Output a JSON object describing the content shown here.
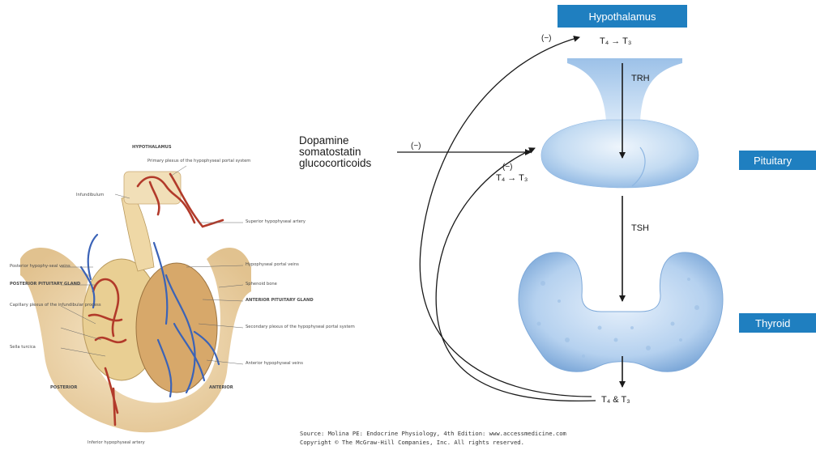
{
  "colors": {
    "label_bar": "#1f7fc0",
    "gland_light": "#dbe9f7",
    "gland_mid": "#a9c9ea",
    "gland_dark": "#6f9fd2",
    "arrow": "#1a1a1a",
    "vein_blue": "#3b63b7",
    "vessel_red": "#b23a2a",
    "anatomy_tan": "#e7c691"
  },
  "left_figure": {
    "hypothalamus_label": "HYPOTHALAMUS",
    "labels_left": [
      "Infundibulum",
      "Posterior hypophy-seal veins",
      "POSTERIOR PITUITARY GLAND",
      "Capillary plexus of the infundibular process",
      "Sella turcica"
    ],
    "labels_right": [
      "Primary plexus of the hypophyseal portal system",
      "Superior hypophyseal artery",
      "Hypophyseal portal veins",
      "Sphenoid bone",
      "ANTERIOR PITUITARY GLAND",
      "Secondary plexus of the hypophyseal portal system",
      "Anterior hypophyseal veins"
    ],
    "posterior_label": "POSTERIOR",
    "anterior_label": "ANTERIOR",
    "artery_label": "Inferior hypophyseal artery"
  },
  "right_figure": {
    "hypothalamus_bar": "Hypothalamus",
    "pituitary_bar": "Pituitary",
    "thyroid_bar": "Thyroid",
    "top_feedback": "(−)",
    "top_conversion": "T₄ → T₃",
    "trh": "TRH",
    "inhibitors": [
      "Dopamine",
      "somatostatin",
      "glucocorticoids"
    ],
    "inhibitor_sign": "(−)",
    "pit_feedback": "(−)",
    "pit_conversion": "T₄ → T₃",
    "tsh": "TSH",
    "output": "T₄ & T₃"
  },
  "source": {
    "line1": "Source: Molina PE: Endocrine Physiology, 4th Edition: www.accessmedicine.com",
    "line2": "Copyright © The McGraw-Hill Companies, Inc. All rights reserved."
  }
}
